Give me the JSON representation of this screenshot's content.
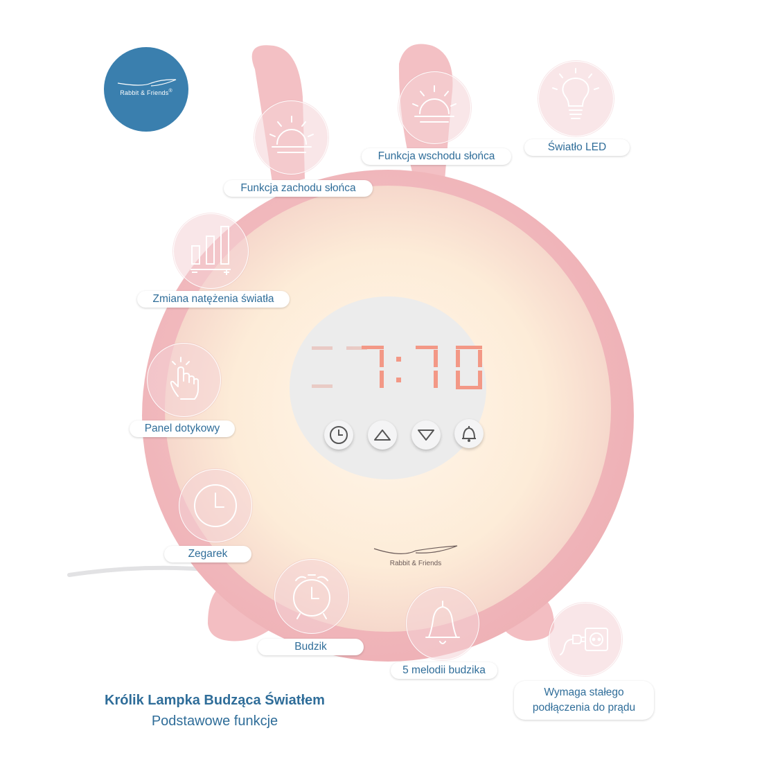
{
  "logo": {
    "brand": "Rabbit & Friends",
    "trademark": "®",
    "bg_color": "#3a7fae"
  },
  "device": {
    "brand": "Rabbit & Friends",
    "buttons": [
      {
        "icon": "clock-icon"
      },
      {
        "icon": "arrow-up-icon"
      },
      {
        "icon": "arrow-down-icon"
      },
      {
        "icon": "bell-icon"
      }
    ],
    "body_color": "#f2bcc0",
    "glow_color": "#fdecd8"
  },
  "features": {
    "sunset": {
      "label": "Funkcja zachodu słońca",
      "icon": "sunset-icon"
    },
    "sunrise": {
      "label": "Funkcja wschodu słońca",
      "icon": "sunrise-icon"
    },
    "led": {
      "label": "Światło LED",
      "icon": "lightbulb-icon"
    },
    "brightness": {
      "label": "Zmiana natężenia światła",
      "icon": "brightness-bars-icon"
    },
    "touch": {
      "label": "Panel dotykowy",
      "icon": "touch-hand-icon"
    },
    "clock": {
      "label": "Zegarek",
      "icon": "clock-icon"
    },
    "alarm": {
      "label": "Budzik",
      "icon": "alarm-clock-icon"
    },
    "melodies": {
      "label": "5 melodii budzika",
      "icon": "bell-icon"
    },
    "power": {
      "label_line1": "Wymaga stałego",
      "label_line2": "podłączenia do prądu",
      "icon": "power-socket-icon"
    }
  },
  "title": "Królik Lampka Budząca Światłem",
  "subtitle": "Podstawowe funkcje",
  "colors": {
    "text_blue": "#2f6d99",
    "icon_circle": "#f4d2d6"
  }
}
